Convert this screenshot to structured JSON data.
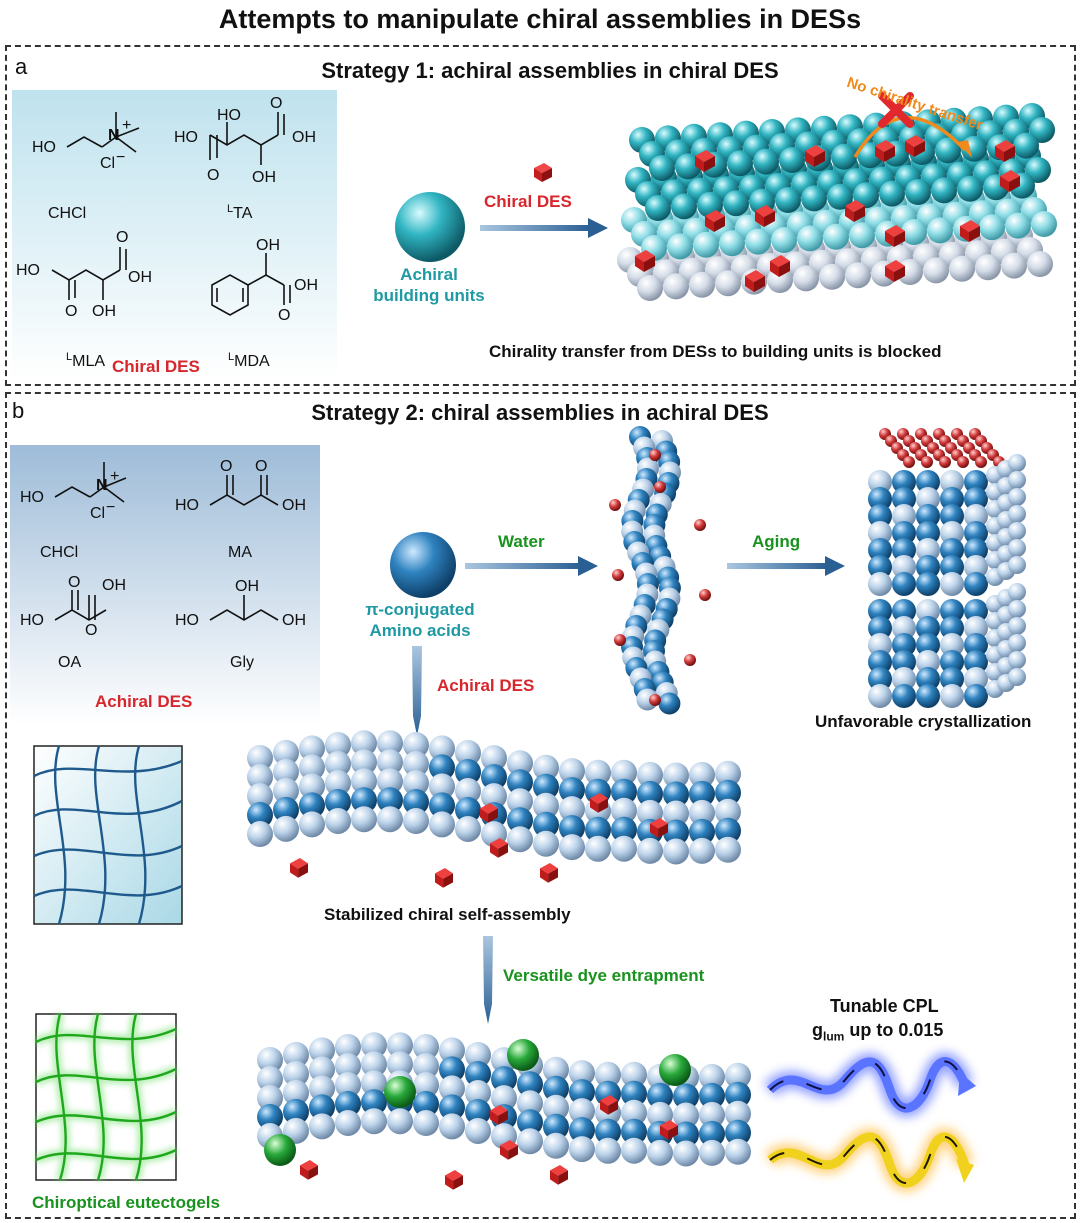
{
  "title": "Attempts to manipulate chiral assemblies in DESs",
  "panel_a": {
    "letter": "a",
    "heading": "Strategy 1: achiral assemblies in chiral DES",
    "molecules": {
      "m1": "CHCl",
      "m2": "TA",
      "m3": "MLA",
      "m4": "MDA",
      "prefix": "L"
    },
    "des_label": "Chiral DES",
    "arrow_label": "Chiral DES",
    "unit_label_1": "Achiral",
    "unit_label_2": "building units",
    "no_transfer": "No chirality transfer",
    "caption": "Chirality transfer from DESs to building units is blocked"
  },
  "panel_b": {
    "letter": "b",
    "heading": "Strategy 2: chiral assemblies in achiral DES",
    "molecules": {
      "m1": "CHCl",
      "m2": "MA",
      "m3": "OA",
      "m4": "Gly"
    },
    "des_label": "Achiral DES",
    "water": "Water",
    "aging": "Aging",
    "unit_label_1": "π-conjugated",
    "unit_label_2": "Amino acids",
    "down_label": "Achiral DES",
    "crystal_caption": "Unfavorable crystallization",
    "assembly_caption": "Stabilized chiral self-assembly",
    "dye_label": "Versatile dye entrapment",
    "cpl_1": "Tunable CPL",
    "cpl_2_a": "g",
    "cpl_2_sub": "lum",
    "cpl_2_b": " up to 0.015",
    "gel_caption": "Chiroptical eutectogels"
  },
  "colors": {
    "red": "#d8262d",
    "green": "#19921e",
    "teal": "#1f9aa3",
    "orange": "#f08a1c",
    "blue_sphere": "#1f6fa3"
  }
}
